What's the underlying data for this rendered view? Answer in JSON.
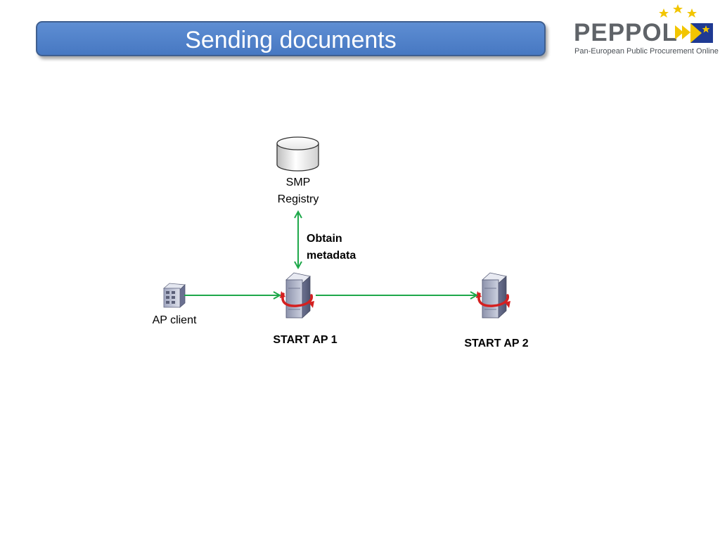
{
  "slide": {
    "title": "Sending documents"
  },
  "logo": {
    "wordmark": "PEPPOL",
    "tagline": "Pan-European Public Procurement Online",
    "star_color": "#f2c500",
    "flag_color": "#1f3a93"
  },
  "diagram": {
    "nodes": {
      "smp_line1": "SMP",
      "smp_line2": "Registry",
      "ap_client": "AP client",
      "start_ap1": "START AP 1",
      "start_ap2": "START AP 2"
    },
    "edges": {
      "metadata_line1": "Obtain",
      "metadata_line2": "metadata"
    },
    "arrow_color": "#1ea84a"
  }
}
